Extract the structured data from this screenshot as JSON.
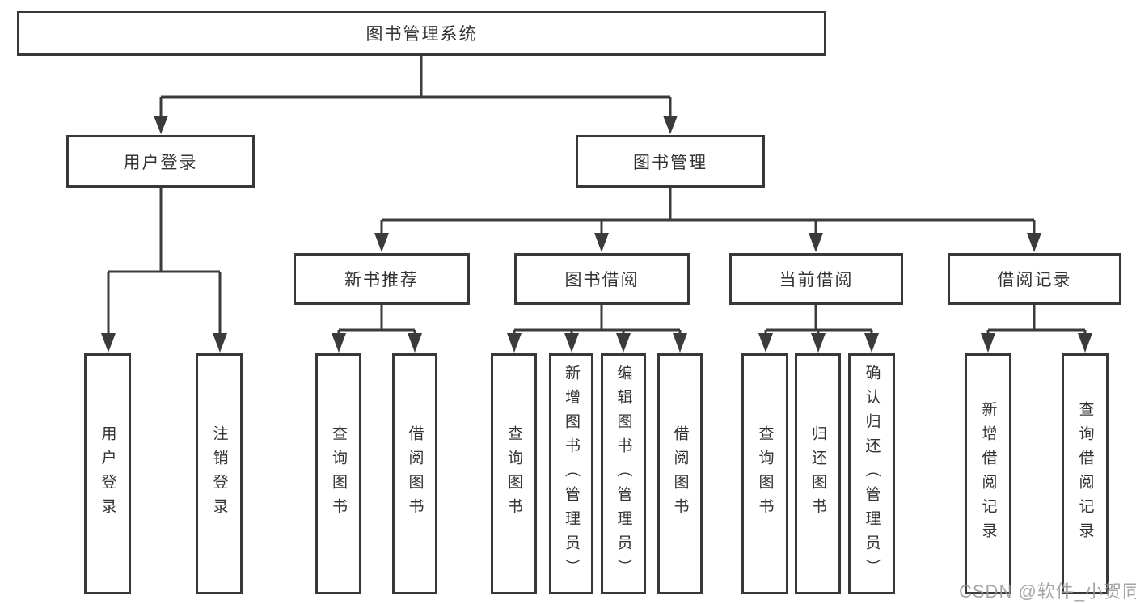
{
  "tree": {
    "root": "图书管理系统",
    "branches": [
      {
        "label": "用户登录",
        "children": [
          "用户登录",
          "注销登录"
        ]
      },
      {
        "label": "图书管理",
        "children": [
          {
            "label": "新书推荐",
            "children": [
              "查询图书",
              "借阅图书"
            ]
          },
          {
            "label": "图书借阅",
            "children": [
              "查询图书",
              "新增图书（管理员）",
              "编辑图书（管理员）",
              "借阅图书"
            ]
          },
          {
            "label": "当前借阅",
            "children": [
              "查询图书",
              "归还图书",
              "确认归还（管理员）"
            ]
          },
          {
            "label": "借阅记录",
            "children": [
              "新增借阅记录",
              "查询借阅记录"
            ]
          }
        ]
      }
    ]
  },
  "watermark": "CSDN @软件_小贺同学",
  "colors": {
    "line": "#3b3b3b",
    "box_border": "#383838",
    "text": "#333333",
    "background": "#ffffff",
    "watermark": "#969696"
  }
}
